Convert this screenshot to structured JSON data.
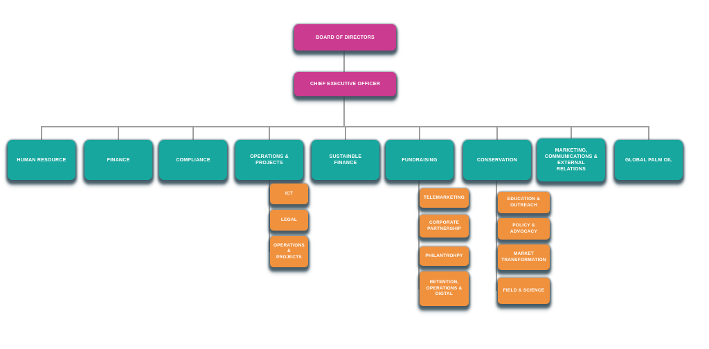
{
  "colors": {
    "executive": "#cb3b90",
    "department": "#17a79e",
    "subunit": "#f0913e",
    "connector": "#9e9e9e",
    "shadow": "#324a57",
    "node_text": "#ffffff",
    "background": "#ffffff"
  },
  "org": {
    "board": {
      "label": "BOARD OF DIRECTORS"
    },
    "ceo": {
      "label": "CHIEF EXECUTIVE OFFICER"
    },
    "departments": [
      {
        "label": "HUMAN RESOURCE",
        "children": []
      },
      {
        "label": "FINANCE",
        "children": []
      },
      {
        "label": "COMPLIANCE",
        "children": []
      },
      {
        "label": "OPERATIONS &\nPROJECTS",
        "children": [
          {
            "label": "ICT"
          },
          {
            "label": "LEGAL"
          },
          {
            "label": "OPERATIONS\n&\nPROJECTS"
          }
        ]
      },
      {
        "label": "SUSTAINBLE\nFINANCE",
        "children": []
      },
      {
        "label": "FUNDRAISING",
        "children": [
          {
            "label": "TELEMARKETING"
          },
          {
            "label": "CORPORATE\nPARTNERSHIP"
          },
          {
            "label": "PHILANTROHPY"
          },
          {
            "label": "RETENTION,\nOPERATIONS &\nDIGTAL"
          }
        ]
      },
      {
        "label": "CONSERVATION",
        "children": [
          {
            "label": "EDUCATION &\nOUTREACH"
          },
          {
            "label": "POLICY &\nADVOCACY"
          },
          {
            "label": "MARKET\nTRANSFORMATION"
          },
          {
            "label": "FIELD & SCIENCE"
          }
        ]
      },
      {
        "label": "MARKETING,\nCOMMUNICATIONS &\nEXTERNAL\nRELATIONS",
        "children": []
      },
      {
        "label": "GLOBAL PALM OIL",
        "children": []
      }
    ]
  }
}
